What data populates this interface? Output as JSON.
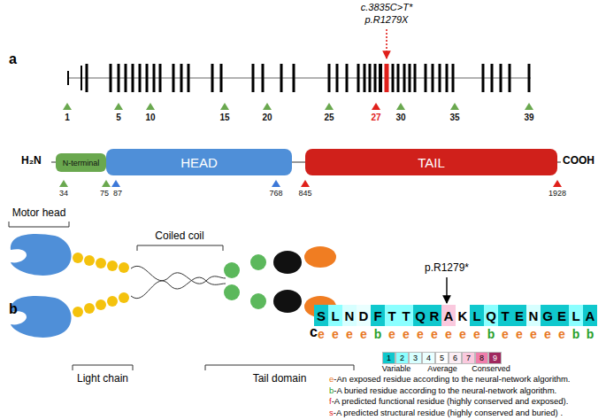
{
  "diagram": {
    "nodes": [
      {
        "text": [
          "N-terminal"
        ]
      },
      {
        "text": [
          "HEAD"
        ]
      },
      {
        "text": [
          "TAIL"
        ]
      },
      {
        "text": [
          "S"
        ]
      },
      {
        "text": [
          "L"
        ]
      },
      {
        "text": [
          "N"
        ]
      },
      {
        "text": [
          "D"
        ]
      },
      {
        "text": [
          "F"
        ]
      },
      {
        "text": [
          "T"
        ]
      },
      {
        "text": [
          "T"
        ]
      },
      {
        "text": [
          "Q"
        ]
      },
      {
        "text": [
          "R"
        ]
      },
      {
        "text": [
          "A"
        ]
      },
      {
        "text": [
          "K"
        ]
      },
      {
        "text": [
          "L"
        ]
      },
      {
        "text": [
          "Q"
        ]
      },
      {
        "text": [
          "T"
        ]
      },
      {
        "text": [
          "E"
        ]
      },
      {
        "text": [
          "N"
        ]
      },
      {
        "text": [
          "G"
        ]
      },
      {
        "text": [
          "E"
        ]
      },
      {
        "text": [
          "L"
        ]
      },
      {
        "text": [
          "A"
        ]
      },
      {
        "text": [
          "1"
        ]
      },
      {
        "text": [
          "2"
        ]
      },
      {
        "text": [
          "3"
        ]
      },
      {
        "text": [
          "4"
        ]
      },
      {
        "text": [
          "5"
        ]
      },
      {
        "text": [
          "6"
        ]
      },
      {
        "text": [
          "7"
        ]
      },
      {
        "text": [
          "8"
        ]
      },
      {
        "text": [
          "9"
        ]
      }
    ],
    "labels": [
      "a",
      "c.3835C>T*",
      "p.R1279X",
      "1",
      "5",
      "10",
      "15",
      "20",
      "25",
      "27",
      "30",
      "35",
      "39",
      "H₂N",
      "COOH",
      "34",
      "75",
      "87",
      "768",
      "845",
      "1928",
      "b",
      "Motor head",
      "Coiled coil",
      "Light chain",
      "Tail domain",
      "c",
      "p.R1279*",
      "e",
      "e",
      "e",
      "e",
      "b",
      "e",
      "e",
      "e",
      "e",
      "e",
      "e",
      "e",
      "b",
      "e",
      "e",
      "e",
      "e",
      "e",
      "b",
      "b",
      "Variable",
      "Average",
      "Conserved",
      "e-An exposed residue according to the neural-network algorithm.",
      "b-A buried residue according to the neural-network algorithm.",
      "f-A predicted functional residue (highly conserved and exposed).",
      "s-A predicted structural residue (highly conserved and buried) ."
    ]
  }
}
